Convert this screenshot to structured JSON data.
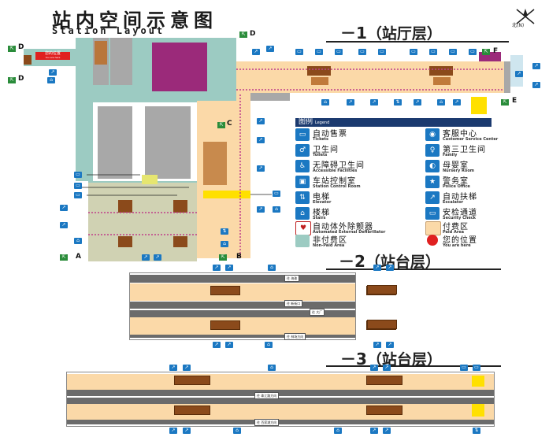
{
  "title": {
    "cn": "站内空间示意图",
    "en": "Station Layout"
  },
  "north": {
    "label": "北(N)"
  },
  "levels": {
    "l1": {
      "num": "－1",
      "name": "（站厅层）"
    },
    "l2": {
      "num": "－2",
      "name": "（站台层）"
    },
    "l3": {
      "num": "－3",
      "name": "（站台层）"
    }
  },
  "exits": {
    "a": "A",
    "b": "B",
    "c": "C",
    "d1": "D",
    "d2": "D",
    "d3": "D",
    "e": "E",
    "f": "F"
  },
  "legend": {
    "title": {
      "cn": "图例",
      "en": "Legend"
    },
    "items": [
      {
        "icon": "ticket-icon",
        "cn": "自动售票",
        "en": "Tickets",
        "glyph": "🎫"
      },
      {
        "icon": "service-center-icon",
        "cn": "客服中心",
        "en": "Customer Service Center",
        "glyph": "👤"
      },
      {
        "icon": "toilet-icon",
        "cn": "卫生间",
        "en": "Toilets",
        "glyph": "🚻"
      },
      {
        "icon": "family-toilet-icon",
        "cn": "第三卫生间",
        "en": "Family",
        "glyph": "👪"
      },
      {
        "icon": "accessible-toilet-icon",
        "cn": "无障碍卫生间",
        "en": "Accessible Facilities",
        "glyph": "♿"
      },
      {
        "icon": "nursery-icon",
        "cn": "母婴室",
        "en": "Nursery Room",
        "glyph": "🍼"
      },
      {
        "icon": "control-room-icon",
        "cn": "车站控制室",
        "en": "Station Control Room",
        "glyph": "🏢"
      },
      {
        "icon": "police-icon",
        "cn": "警务室",
        "en": "Police Office",
        "glyph": "👮"
      },
      {
        "icon": "elevator-icon",
        "cn": "电梯",
        "en": "Elevator",
        "glyph": "⇅"
      },
      {
        "icon": "escalator-icon",
        "cn": "自动扶梯",
        "en": "Escalator",
        "glyph": "↗"
      },
      {
        "icon": "stairs-icon",
        "cn": "楼梯",
        "en": "Stairs",
        "glyph": "⌂"
      },
      {
        "icon": "security-check-icon",
        "cn": "安检通道",
        "en": "Security Check",
        "glyph": "▭"
      }
    ],
    "extra": {
      "aed_cn": "自动体外除颤器",
      "aed_en": "Automated External Defibrillator",
      "paid_cn": "付费区",
      "paid_en": "Paid Area",
      "nonpaid_cn": "非付费区",
      "nonpaid_en": "Non-Paid Area",
      "here_cn": "您的位置",
      "here_en": "You are here"
    }
  },
  "you_are_here": {
    "cn": "您的位置",
    "en": "You are here"
  },
  "platform": {
    "dir_l2_top": "往 海珠",
    "dir_l2_mid_up": "往 新街口",
    "dir_l2_mid_down": "往 大厂",
    "dir_l2_bottom": "往 林场方向",
    "dir_l3_mid": "往 珠江路方向",
    "dir_l3_bottom": "往 百家湖方向"
  },
  "colors": {
    "paid": "#fbd9a8",
    "nonpaid": "#9ccbc2",
    "purple": "#9b2a7a",
    "gray": "#a8a8a8",
    "sign": "#1b78c2",
    "exit": "#2a8c3a",
    "legend_head": "#1b3a6f"
  }
}
